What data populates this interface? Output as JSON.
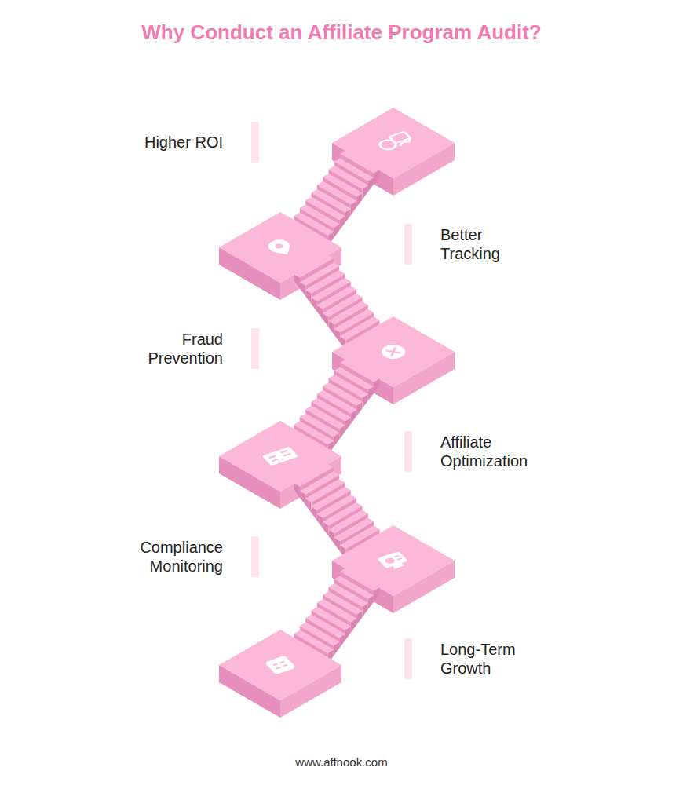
{
  "diagram": {
    "title": "Why Conduct an Affiliate Program Audit?",
    "labels": [
      "Higher ROI",
      "Better Tracking",
      "Fraud Prevention",
      "Affiliate Optimization",
      "Compliance Monitoring",
      "Long-Term Growth",
      "www.affnook.com"
    ]
  }
}
